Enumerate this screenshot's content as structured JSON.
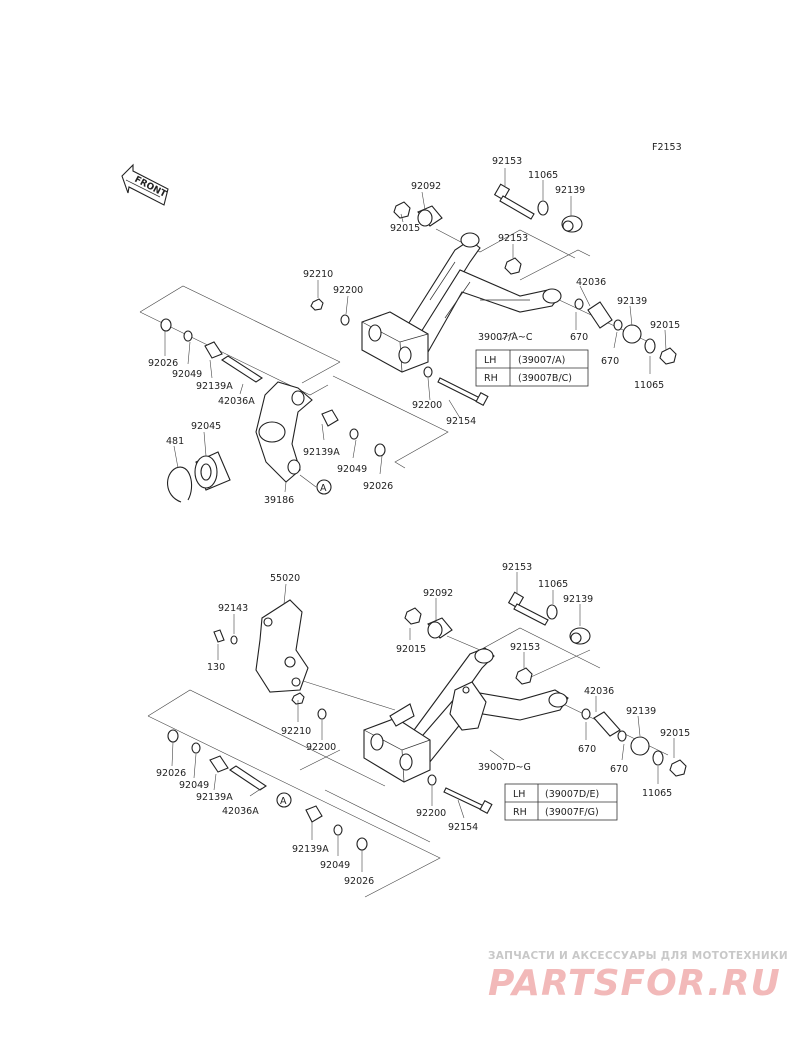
{
  "diagram_code": "F2153",
  "front_arrow_label": "FRONT",
  "top_assembly": {
    "labels": {
      "p92153a": "92153",
      "p11065a": "11065",
      "p92092": "92092",
      "p92139a": "92139",
      "p92015a": "92015",
      "p92153b": "92153",
      "p92210": "92210",
      "p92200a": "92200",
      "p42036": "42036",
      "p92139b": "92139",
      "p92015b": "92015",
      "p670a": "670",
      "p670b": "670",
      "p11065b": "11065",
      "p39007": "39007/A~C",
      "p92026a": "92026",
      "p92049a": "92049",
      "p92139Aa": "92139A",
      "p42036A": "42036A",
      "p92200b": "92200",
      "p92154": "92154",
      "p92045": "92045",
      "p481": "481",
      "p92139Ab": "92139A",
      "p92049b": "92049",
      "p92026b": "92026",
      "p39186": "39186",
      "refA": "A"
    },
    "variant_table": [
      {
        "side": "LH",
        "code": "(39007/A)"
      },
      {
        "side": "RH",
        "code": "(39007B/C)"
      }
    ]
  },
  "bottom_assembly": {
    "labels": {
      "p55020": "55020",
      "p92153a": "92153",
      "p92092": "92092",
      "p11065a": "11065",
      "p92139a": "92139",
      "p92143": "92143",
      "p92015a": "92015",
      "p130": "130",
      "p92153b": "92153",
      "p42036": "42036",
      "p92210": "92210",
      "p92200a": "92200",
      "p92139b": "92139",
      "p92015b": "92015",
      "p670a": "670",
      "p670b": "670",
      "p11065b": "11065",
      "p39007": "39007D~G",
      "p92026a": "92026",
      "p92049a": "92049",
      "p92139Aa": "92139A",
      "p42036A": "42036A",
      "refA": "A",
      "p92200b": "92200",
      "p92154": "92154",
      "p92139Ab": "92139A",
      "p92049b": "92049",
      "p92026b": "92026"
    },
    "variant_table": [
      {
        "side": "LH",
        "code": "(39007D/E)"
      },
      {
        "side": "RH",
        "code": "(39007F/G)"
      }
    ]
  },
  "watermark": {
    "tagline": "ЗАПЧАСТИ И АКСЕССУАРЫ ДЛЯ МОТОТЕХНИКИ",
    "logo": "PARTSFOR.RU"
  }
}
